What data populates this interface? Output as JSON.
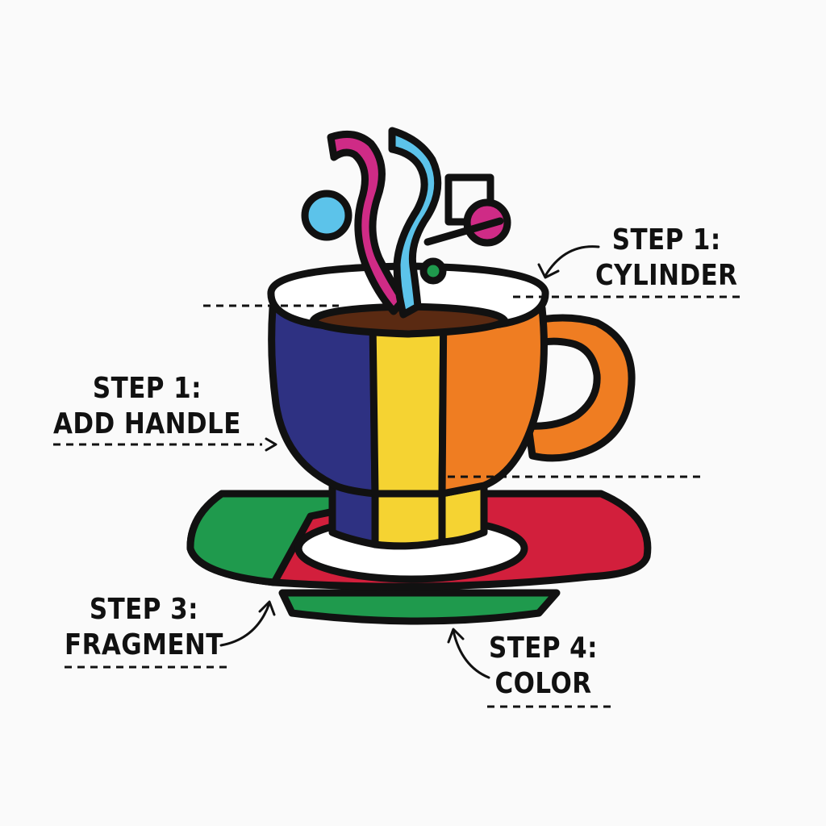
{
  "colors": {
    "outline": "#111111",
    "navy": "#2e3182",
    "yellow": "#f5d332",
    "orange": "#ef7d22",
    "red": "#d21f3c",
    "green": "#1f9a4d",
    "magenta": "#cf2b86",
    "sky": "#5cc3ea",
    "coffee": "#5a2a12",
    "background": "#fafafa"
  },
  "labels": {
    "cylinder": {
      "step": "STEP 1:",
      "name": "CYLINDER"
    },
    "handle": {
      "step": "STEP 1:",
      "name": "ADD HANDLE"
    },
    "fragment": {
      "step": "STEP 3:",
      "name": "FRAGMENT"
    },
    "color": {
      "step": "STEP 4:",
      "name": "COLOR"
    }
  }
}
